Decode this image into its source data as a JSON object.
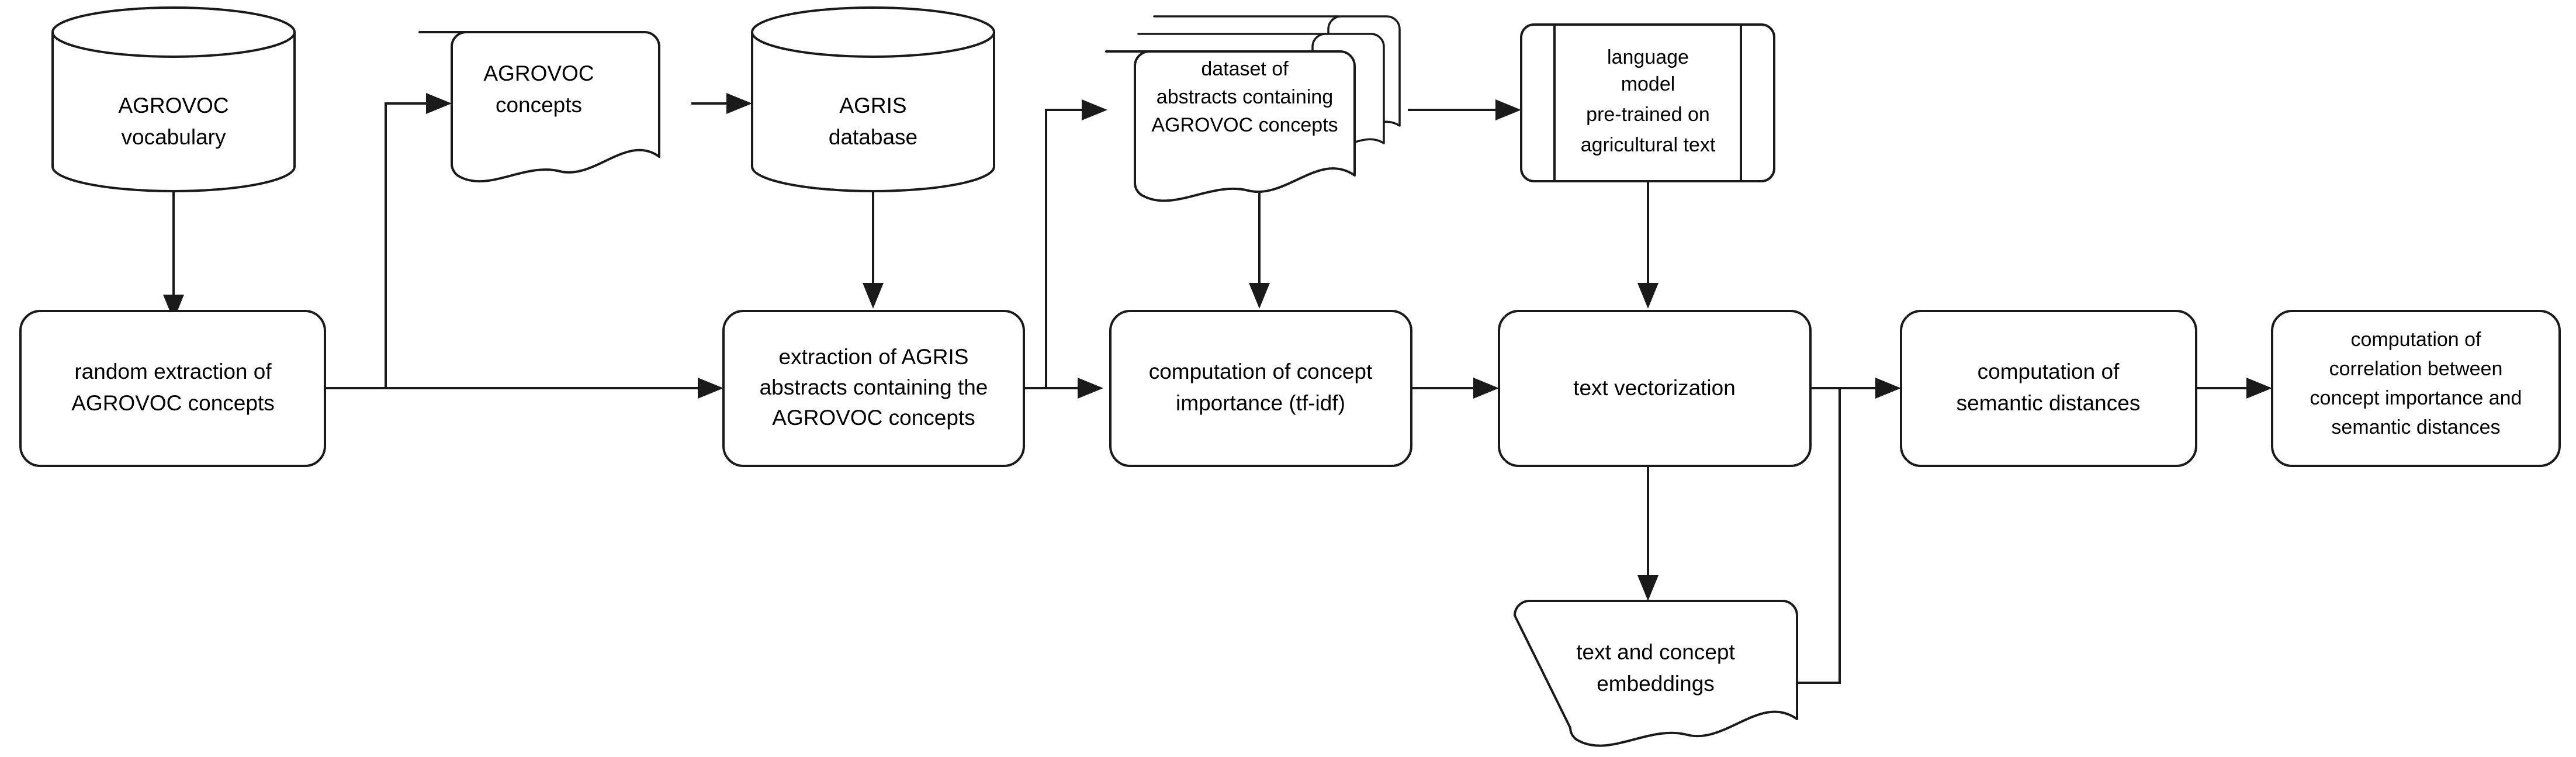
{
  "diagram": {
    "title": "AGROVOC concept importance and semantic distance pipeline",
    "background_color": "#ffffff",
    "line_color": "#1a1a1a",
    "text_color": "#000000",
    "nodes": [
      {
        "id": "agrovoc-vocabulary",
        "shape": "cylinder",
        "lines": [
          "AGROVOC",
          "vocabulary"
        ]
      },
      {
        "id": "agrovoc-concepts",
        "shape": "document",
        "lines": [
          "AGROVOC",
          "concepts"
        ]
      },
      {
        "id": "agris-database",
        "shape": "cylinder",
        "lines": [
          "AGRIS",
          "database"
        ]
      },
      {
        "id": "dataset-of-abstracts",
        "shape": "multi-document",
        "lines": [
          "dataset of",
          "abstracts containing",
          "AGROVOC concepts"
        ]
      },
      {
        "id": "language-model",
        "shape": "predefined-process",
        "lines": [
          "language",
          "model",
          "pre-trained on",
          "agricultural text"
        ]
      },
      {
        "id": "random-extraction",
        "shape": "rounded-rect",
        "lines": [
          "random extraction of",
          "AGROVOC concepts"
        ]
      },
      {
        "id": "extraction-of-agris-abstracts",
        "shape": "rounded-rect",
        "lines": [
          "extraction of AGRIS",
          "abstracts containing the",
          "AGROVOC concepts"
        ]
      },
      {
        "id": "computation-of-concept-importance",
        "shape": "rounded-rect",
        "lines": [
          "computation of concept",
          "importance (tf-idf)"
        ]
      },
      {
        "id": "text-vectorization",
        "shape": "rounded-rect",
        "lines": [
          "text vectorization"
        ]
      },
      {
        "id": "computation-of-semantic-distances",
        "shape": "rounded-rect",
        "lines": [
          "computation of",
          "semantic distances"
        ]
      },
      {
        "id": "computation-of-correlation",
        "shape": "rounded-rect",
        "lines": [
          "computation of",
          "correlation between",
          "concept importance and",
          "semantic distances"
        ]
      },
      {
        "id": "text-and-concept-embeddings",
        "shape": "document",
        "lines": [
          "text and concept",
          "embeddings"
        ]
      }
    ],
    "edges": [
      {
        "id": "edge-vocabulary-to-random-extraction",
        "from": "agrovoc-vocabulary",
        "to": "random-extraction"
      },
      {
        "id": "edge-random-extraction-to-agrovoc-concepts",
        "from": "random-extraction",
        "to": "agrovoc-concepts"
      },
      {
        "id": "edge-random-extraction-to-extraction-abstracts",
        "from": "random-extraction",
        "to": "extraction-of-agris-abstracts"
      },
      {
        "id": "edge-agrovoc-concepts-to-agris-database",
        "from": "agrovoc-concepts",
        "to": "agris-database"
      },
      {
        "id": "edge-agris-database-to-extraction-abstracts",
        "from": "agris-database",
        "to": "extraction-of-agris-abstracts"
      },
      {
        "id": "edge-extraction-abstracts-to-dataset",
        "from": "extraction-of-agris-abstracts",
        "to": "dataset-of-abstracts"
      },
      {
        "id": "edge-extraction-abstracts-to-concept-importance",
        "from": "extraction-of-agris-abstracts",
        "to": "computation-of-concept-importance"
      },
      {
        "id": "edge-dataset-to-concept-importance",
        "from": "dataset-of-abstracts",
        "to": "computation-of-concept-importance"
      },
      {
        "id": "edge-dataset-to-language-model",
        "from": "dataset-of-abstracts",
        "to": "language-model"
      },
      {
        "id": "edge-language-model-to-text-vectorization",
        "from": "language-model",
        "to": "text-vectorization"
      },
      {
        "id": "edge-concept-importance-to-text-vectorization",
        "from": "computation-of-concept-importance",
        "to": "text-vectorization"
      },
      {
        "id": "edge-text-vectorization-to-embeddings",
        "from": "text-vectorization",
        "to": "text-and-concept-embeddings"
      },
      {
        "id": "edge-text-vectorization-to-semantic-distances",
        "from": "text-vectorization",
        "to": "computation-of-semantic-distances"
      },
      {
        "id": "edge-embeddings-to-semantic-distances",
        "from": "text-and-concept-embeddings",
        "to": "computation-of-semantic-distances"
      },
      {
        "id": "edge-semantic-distances-to-correlation",
        "from": "computation-of-semantic-distances",
        "to": "computation-of-correlation"
      }
    ]
  }
}
